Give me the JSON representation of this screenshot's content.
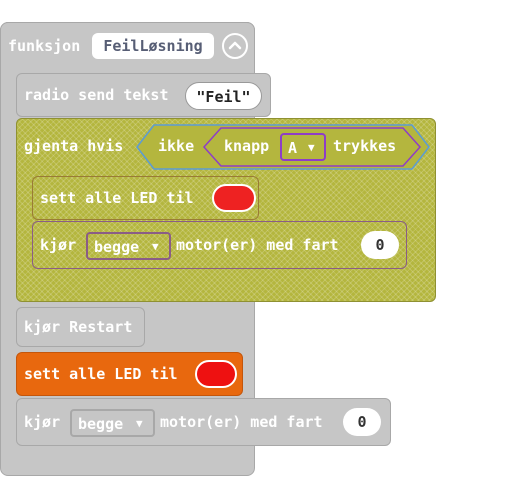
{
  "function_block": {
    "keyword": "funksjon",
    "name": "FeilLøsning",
    "collapse_icon": "chevron-up-circle-icon"
  },
  "radio_block": {
    "label": "radio send tekst",
    "text_value": "\"Feil\""
  },
  "repeat_block": {
    "label": "gjenta hvis",
    "not_label": "ikke",
    "button_label": "knapp",
    "button_value": "A",
    "pressed_label": "trykkes"
  },
  "led_block_inner": {
    "label": "sett alle LED til",
    "color": "#ee2222"
  },
  "motor_block_inner": {
    "label_run": "kjør",
    "motor_value": "begge",
    "label_rest": "motor(er) med fart",
    "speed": "0"
  },
  "restart_block": {
    "label": "kjør Restart"
  },
  "led_block_active": {
    "label": "sett alle LED til",
    "color": "#ee1111",
    "block_color": "#e8680e"
  },
  "motor_block_outer": {
    "label_run": "kjør",
    "motor_value": "begge",
    "label_rest": "motor(er) med fart",
    "speed": "0"
  }
}
